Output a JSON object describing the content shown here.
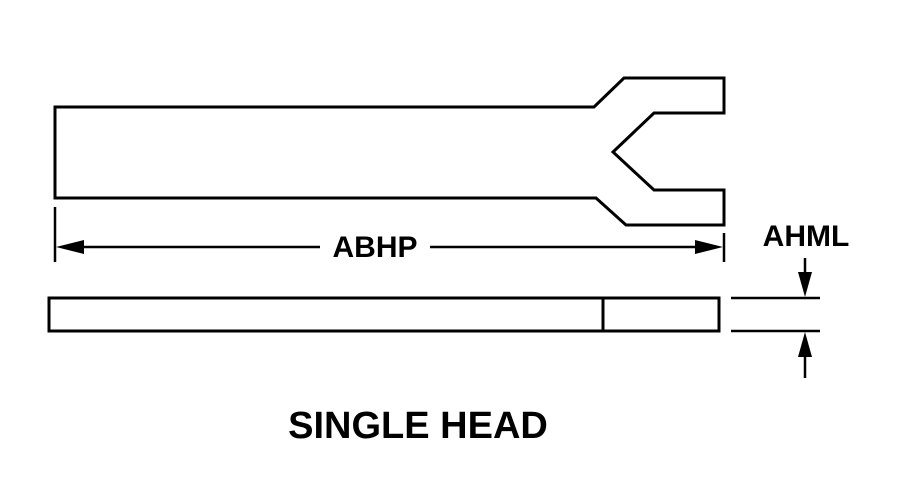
{
  "drawing": {
    "length_dimension_label": "ABHP",
    "thickness_dimension_label": "AHML",
    "caption": "SINGLE HEAD"
  },
  "colors": {
    "line": "#000000",
    "background": "#ffffff"
  }
}
